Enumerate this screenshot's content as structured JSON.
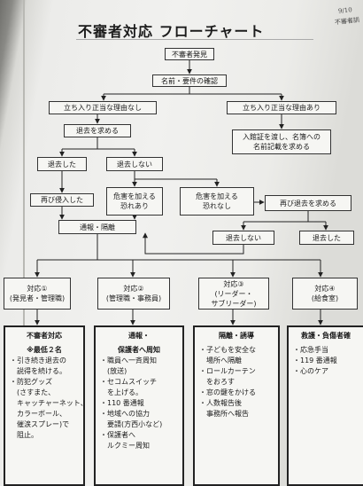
{
  "title": "不審者対応 フローチャート",
  "handwritten": {
    "date": "9/10",
    "name": "不審者訓"
  },
  "nodes": {
    "start": "不審者発見",
    "confirm": "名前・要件の確認",
    "no_reason": "立ち入り正当な理由なし",
    "has_reason": "立ち入り正当な理由あり",
    "ask_leave": "退去を求める",
    "badge": [
      "入館証を渡し、名簿への",
      "名前記載を求める"
    ],
    "left": "退去した",
    "not_left": "退去しない",
    "reenter": "再び侵入した",
    "harm_yes": [
      "危害を加える",
      "恐れあり"
    ],
    "harm_no": [
      "危害を加える",
      "恐れなし"
    ],
    "ask_again": "再び退去を求める",
    "not_left2": "退去しない",
    "left2": "退去した",
    "report": "通報・隔離"
  },
  "columns": [
    {
      "head": [
        "対応①",
        "(発見者・管理職)"
      ],
      "title": "不審者対応",
      "lines": [
        {
          "t": "※最低２名",
          "k": "bold"
        },
        {
          "t": "・引き続き退去の",
          "k": "bul"
        },
        {
          "t": "説得を続ける。",
          "k": "sub"
        },
        {
          "t": "・防犯グッズ",
          "k": "bul"
        },
        {
          "t": "(さすまた、",
          "k": "sub"
        },
        {
          "t": "キャッチャーネット、",
          "k": "sub"
        },
        {
          "t": "カラーボール、",
          "k": "sub"
        },
        {
          "t": "催涙スプレー)で",
          "k": "sub"
        },
        {
          "t": "阻止。",
          "k": "sub"
        }
      ]
    },
    {
      "head": [
        "対応②",
        "(管理職・事務員)"
      ],
      "title": "通報・",
      "lines": [
        {
          "t": "保護者へ周知",
          "k": "bold"
        },
        {
          "t": "・職員へ一斉周知",
          "k": "bul"
        },
        {
          "t": "(放送)",
          "k": "sub"
        },
        {
          "t": "・セコムスイッチ",
          "k": "bul"
        },
        {
          "t": "を上げる。",
          "k": "sub"
        },
        {
          "t": "・110 番通報",
          "k": "bul"
        },
        {
          "t": "・地域への協力",
          "k": "bul"
        },
        {
          "t": "要請(方西小など)",
          "k": "sub"
        },
        {
          "t": "・保護者へ",
          "k": "bul"
        },
        {
          "t": "ルクミー周知",
          "k": "sub"
        }
      ]
    },
    {
      "head": [
        "対応③",
        "(リーダー・",
        "サブリーダー)"
      ],
      "title": "隔離・誘導",
      "lines": [
        {
          "t": "・子どもを安全な",
          "k": "bul"
        },
        {
          "t": "場所へ隔離",
          "k": "sub"
        },
        {
          "t": "・ロールカーテン",
          "k": "bul"
        },
        {
          "t": "をおろす",
          "k": "sub"
        },
        {
          "t": "・窓の鍵をかける",
          "k": "bul"
        },
        {
          "t": "・人数報告後",
          "k": "bul"
        },
        {
          "t": "事務所へ報告",
          "k": "sub"
        }
      ]
    },
    {
      "head": [
        "対応④",
        "(給食室)"
      ],
      "title": "救護・負傷者確",
      "lines": [
        {
          "t": "・応急手当",
          "k": "bul"
        },
        {
          "t": "・119 番通報",
          "k": "bul"
        },
        {
          "t": "・心のケア",
          "k": "bul"
        }
      ]
    }
  ]
}
